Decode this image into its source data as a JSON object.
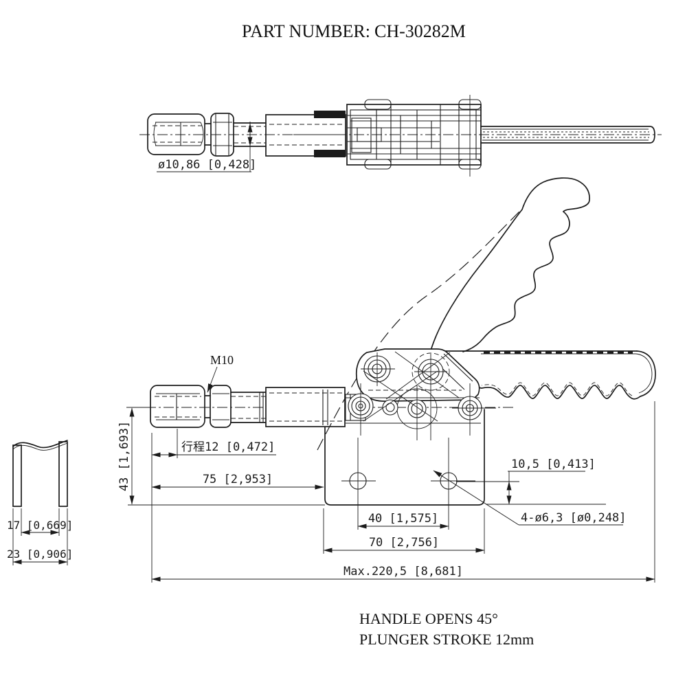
{
  "header": {
    "label": "PART NUMBER:",
    "value": "CH-30282M"
  },
  "dimensions": {
    "spindle_diameter": "ø10,86 [0,428]",
    "thread": "M10",
    "stroke": "行程12 [0,472]",
    "height": "43 [1,693]",
    "spindle_to_base": "75 [2,953]",
    "hole_edge_distance": "10,5 [0,413]",
    "hole_spacing": "40 [1,575]",
    "mounting_holes": "4-ø6,3 [ø0,248]",
    "base_length": "70 [2,756]",
    "overall_length": "Max.220,5 [8,681]",
    "channel_inner_width": "17 [0,669]",
    "channel_outer_width": "23 [0,906]"
  },
  "notes": [
    "HANDLE OPENS 45°",
    "PLUNGER STROKE 12mm"
  ],
  "colors": {
    "line_color": "#1b1b1b",
    "background": "#ffffff"
  }
}
